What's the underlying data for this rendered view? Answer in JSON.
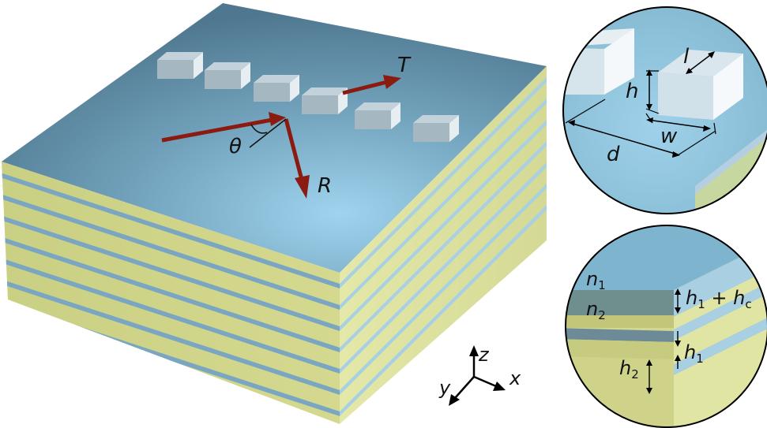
{
  "colors": {
    "top_surface": "#5f91a8",
    "layer_yellow": "#d8dd98",
    "layer_blue": "#7aa6c2",
    "arrow_red": "#8b1a10",
    "cube": "#dde8ee"
  },
  "labels": {
    "transmitted": "T",
    "reflected": "R",
    "angle": "θ",
    "height": "h",
    "length": "l",
    "width": "w",
    "period": "d",
    "n1_main": "n",
    "n1_sub": "1",
    "n2_main": "n",
    "n2_sub": "2",
    "h1c_h": "h",
    "h1c_sub1": "1",
    "h1c_plus": " + ",
    "h1c_h2": "h",
    "h1c_subc": "c",
    "h1_main": "h",
    "h1_sub": "1",
    "h2_main": "h",
    "h2_sub": "2"
  },
  "axes": {
    "z": "z",
    "y": "y",
    "x": "x"
  }
}
